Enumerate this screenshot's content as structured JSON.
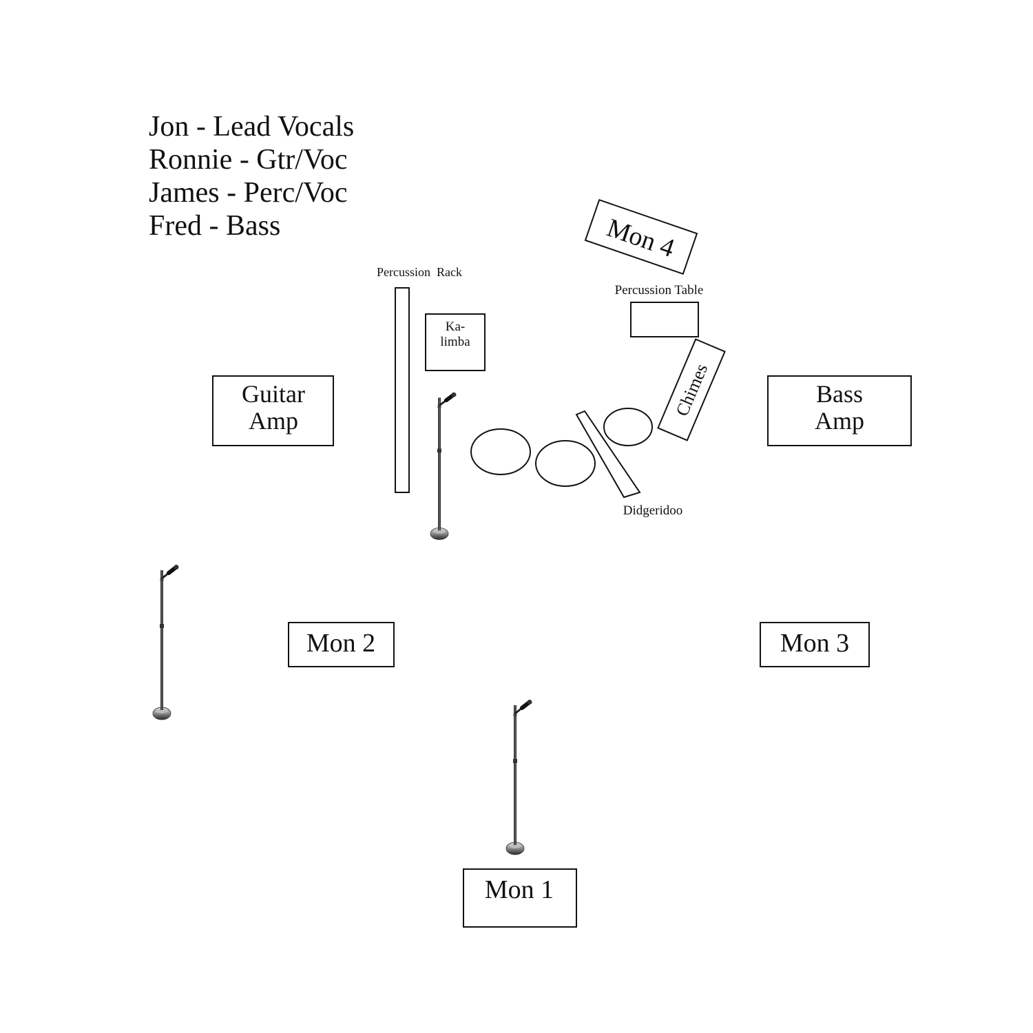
{
  "band_roster": [
    "Jon - Lead Vocals",
    "Ronnie - Gtr/Voc",
    "James - Perc/Voc",
    "Fred - Bass"
  ],
  "equipment": {
    "guitar_amp": [
      "Guitar",
      "Amp"
    ],
    "bass_amp": [
      "Bass",
      "Amp"
    ],
    "percussion_rack": "Percussion  Rack",
    "kalimba": [
      "Ka-",
      "limba"
    ],
    "percussion_table": "Percussion Table",
    "chimes": "Chimes",
    "didgeridoo": "Didgeridoo"
  },
  "monitors": {
    "mon1": "Mon 1",
    "mon2": "Mon 2",
    "mon3": "Mon 3",
    "mon4": "Mon 4"
  },
  "icons": {
    "mic_stand": "microphone-stand-icon",
    "drum": "drum-outline"
  },
  "colors": {
    "line": "#111111",
    "background": "#ffffff"
  }
}
